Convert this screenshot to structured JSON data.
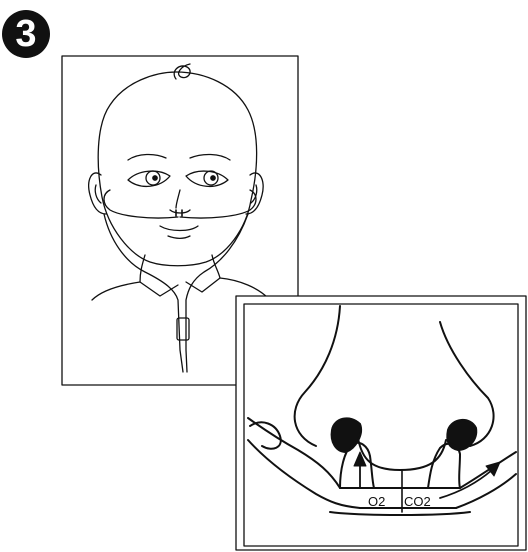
{
  "step": {
    "number": "3"
  },
  "detail": {
    "label_o2": "O2",
    "label_co2": "CO2"
  },
  "colors": {
    "ink": "#111111",
    "paper": "#ffffff"
  }
}
